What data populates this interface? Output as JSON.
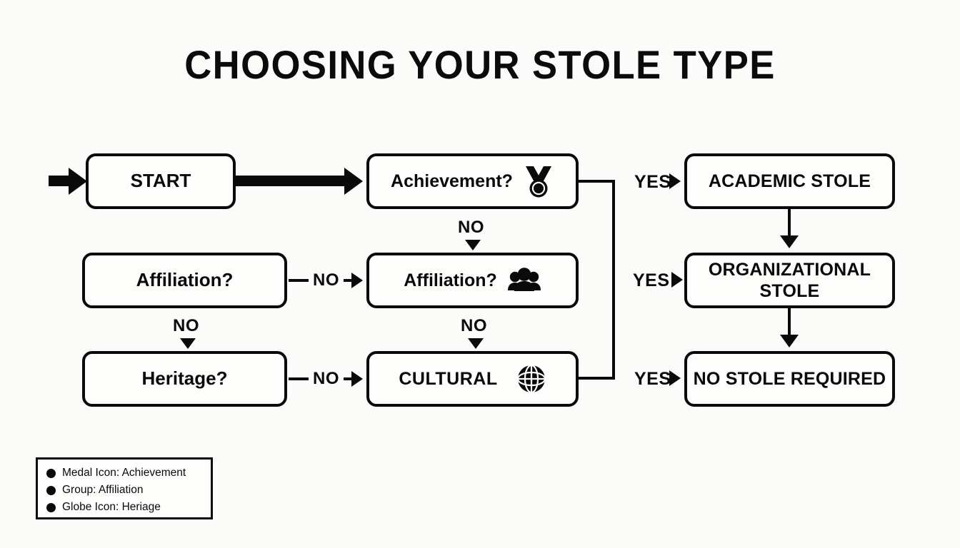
{
  "page": {
    "title": "CHOOSING YOUR STOLE TYPE",
    "background_color": "#fbfbfa",
    "ink_color": "#0a0a0a"
  },
  "flow": {
    "start_node": {
      "label": "START"
    },
    "decisions": [
      {
        "id": "achievement-center",
        "label": "Achievement?",
        "icon": "medal-icon"
      },
      {
        "id": "affiliation-center",
        "label": "Affiliation?",
        "icon": "group-icon"
      },
      {
        "id": "cultural-center",
        "label": "CULTURAL",
        "icon": "globe-icon"
      }
    ],
    "left_questions": [
      {
        "id": "affiliation-left",
        "label": "Affiliation?"
      },
      {
        "id": "heritage-left",
        "label": "Heritage?"
      }
    ],
    "outcomes": [
      {
        "id": "academic-stole",
        "label": "ACADEMIC STOLE"
      },
      {
        "id": "organizational-stole",
        "line1": "ORGANIZATIONAL",
        "line2": "STOLE"
      },
      {
        "id": "no-stole-required",
        "label": "NO STOLE REQUIRED"
      }
    ],
    "edge_labels": {
      "no_1": "NO",
      "no_2": "NO",
      "no_3": "NO",
      "no_4": "NO",
      "no_5": "NO",
      "yes_1": "YES",
      "yes_2": "YES",
      "yes_3": "YES"
    }
  },
  "legend": {
    "items": [
      {
        "marker": "bullet-dot",
        "text": "Medal Icon: Achievement"
      },
      {
        "marker": "bullet-dot",
        "text": "Group: Affiliation"
      },
      {
        "marker": "bullet-dot",
        "text": "Globe Icon: Heriage"
      }
    ]
  }
}
